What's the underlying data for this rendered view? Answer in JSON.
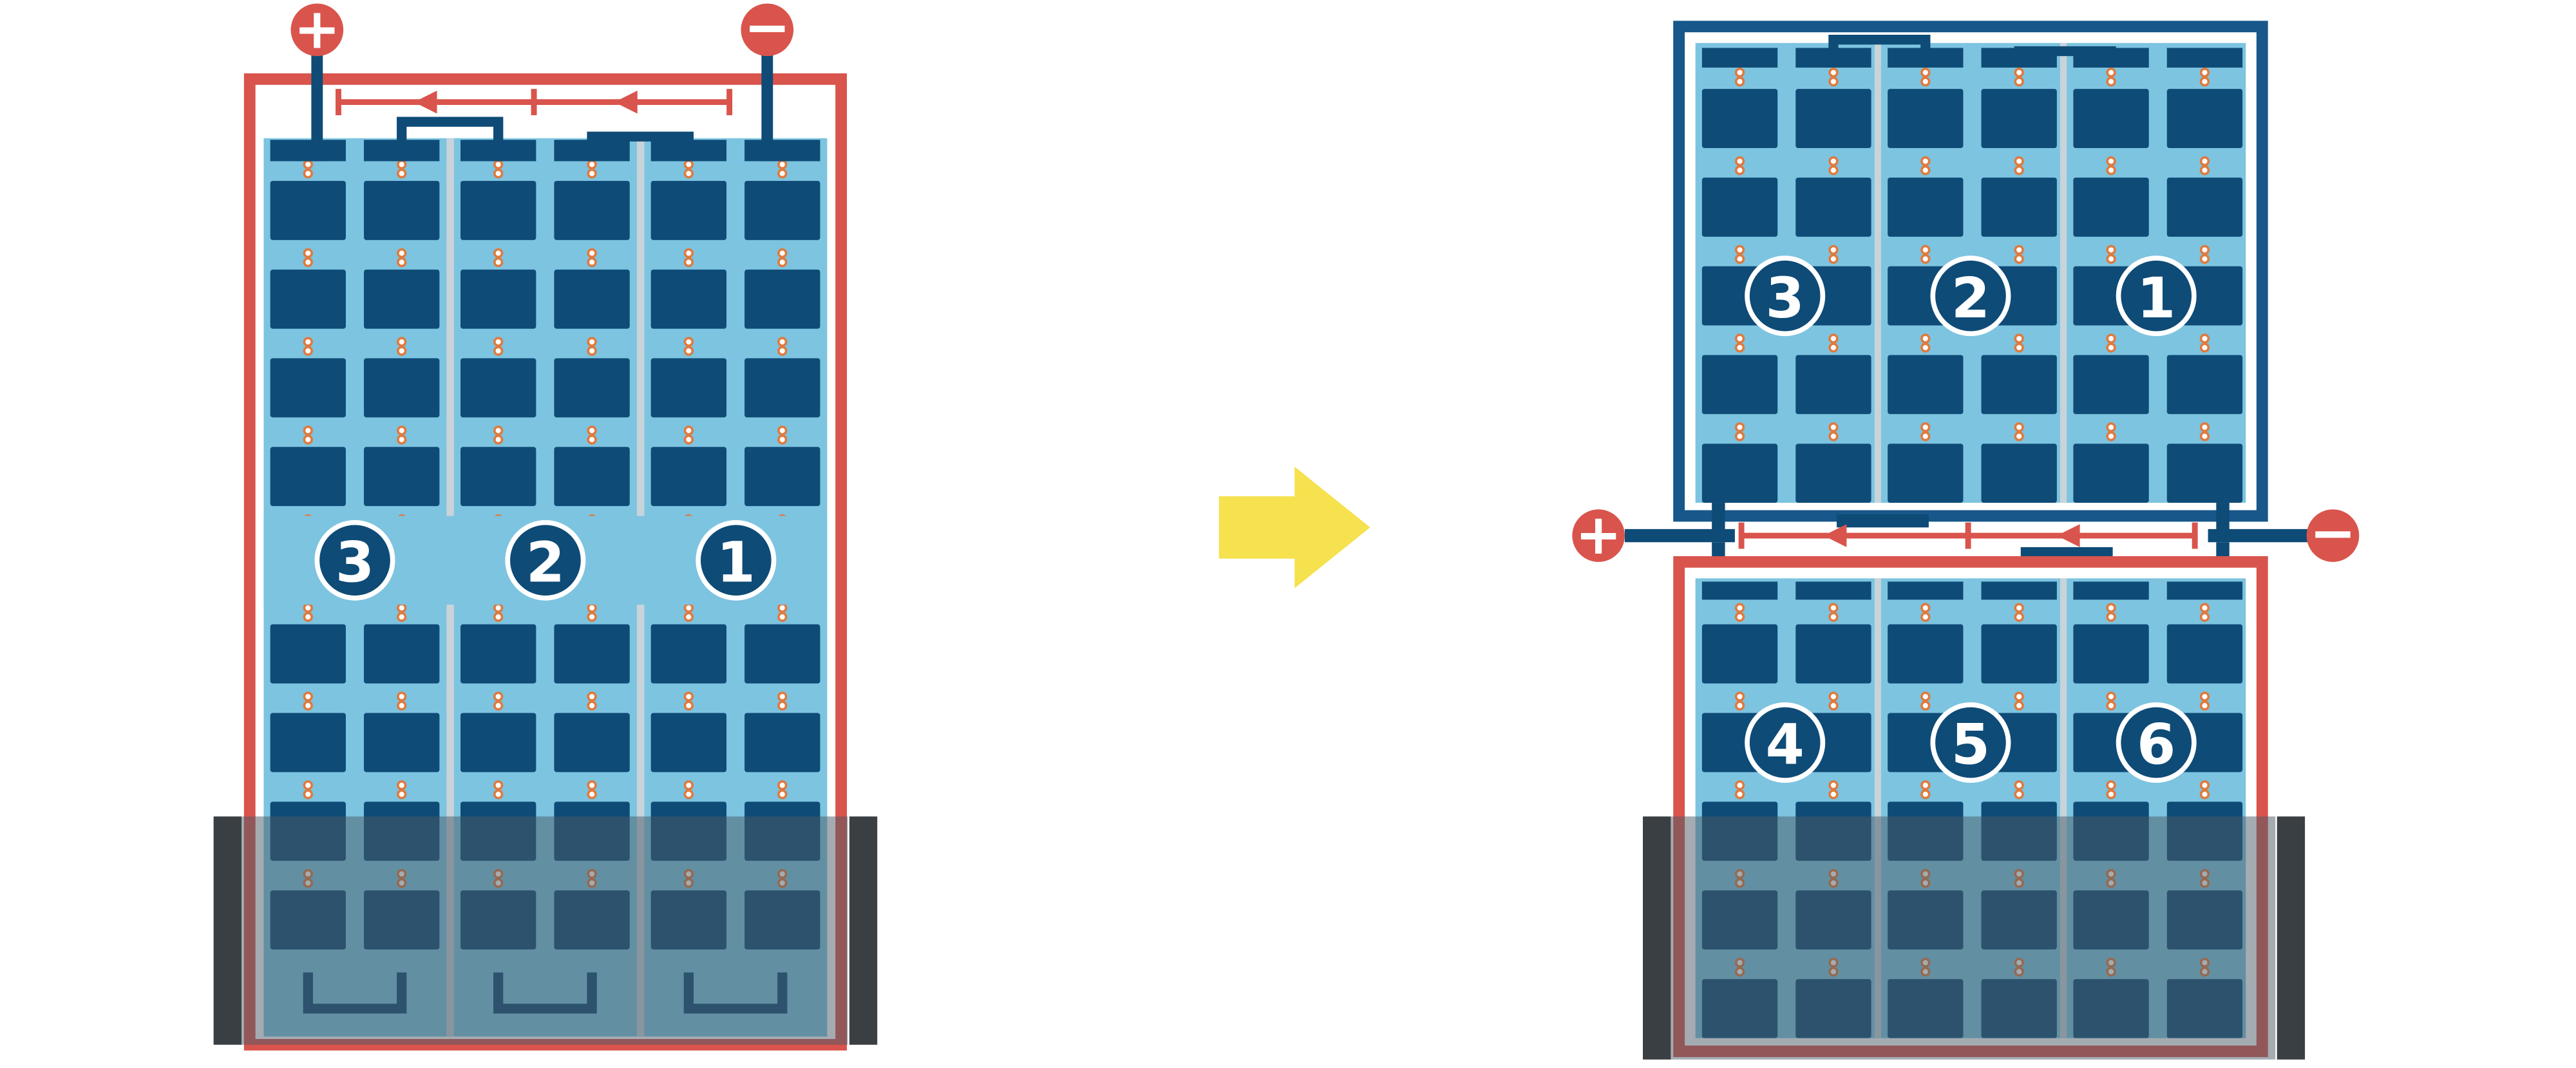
{
  "diagram": {
    "terminals": {
      "positive": "+",
      "negative": "−"
    },
    "left_module": {
      "strings": [
        {
          "label": "3"
        },
        {
          "label": "2"
        },
        {
          "label": "1"
        }
      ]
    },
    "right_module": {
      "top_half_strings": [
        {
          "label": "3"
        },
        {
          "label": "2"
        },
        {
          "label": "1"
        }
      ],
      "bottom_half_strings": [
        {
          "label": "4"
        },
        {
          "label": "5"
        },
        {
          "label": "6"
        }
      ]
    },
    "colors": {
      "red": "#D9544C",
      "dark_blue": "#0E4B77",
      "module_border_blue": "#17578A",
      "panel_blue": "#7DC4E0",
      "yellow": "#F6E14E",
      "shade_bar_gray": "#3A3F43",
      "shade_overlay": "#4A5A66",
      "dot_orange": "#DF7A3E",
      "separator_gray": "#C9D3DA",
      "white": "#FFFFFF"
    }
  }
}
